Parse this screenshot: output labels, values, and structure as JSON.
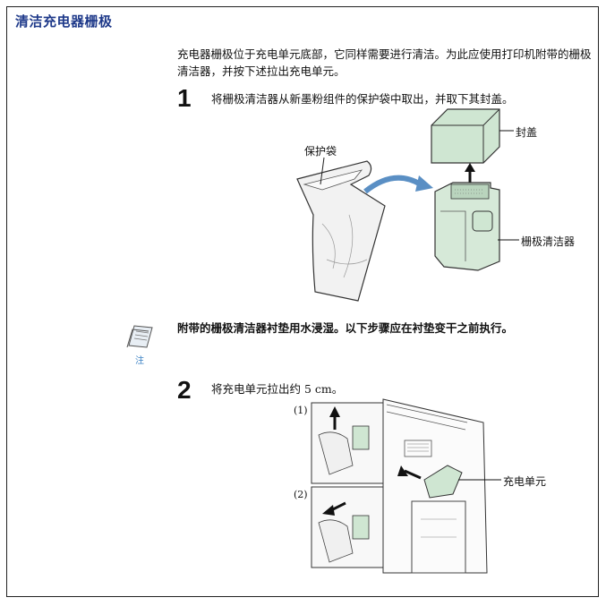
{
  "header": {
    "title": "清洁充电器栅极"
  },
  "intro": "充电器栅极位于充电单元底部，它同样需要进行清洁。为此应使用打印机附带的栅极清洁器，并按下述拉出充电单元。",
  "steps": [
    {
      "number": "1",
      "text": "将栅极清洁器从新墨粉组件的保护袋中取出，并取下其封盖。"
    },
    {
      "number": "2",
      "text": "将充电单元拉出约 5 cm。"
    }
  ],
  "figure1": {
    "bag_label": "保护袋",
    "cap_label": "封盖",
    "cleaner_label": "栅极清洁器"
  },
  "note": {
    "label": "注",
    "text": "附带的栅极清洁器衬垫用水浸湿。以下步骤应在衬垫变干之前执行。"
  },
  "figure2": {
    "sub1": "(1)",
    "sub2": "(2)",
    "unit_label": "充电单元"
  },
  "colors": {
    "title": "#1f3a8a",
    "part_green": "#cfe6d2",
    "note_icon": "#3b82c4"
  }
}
